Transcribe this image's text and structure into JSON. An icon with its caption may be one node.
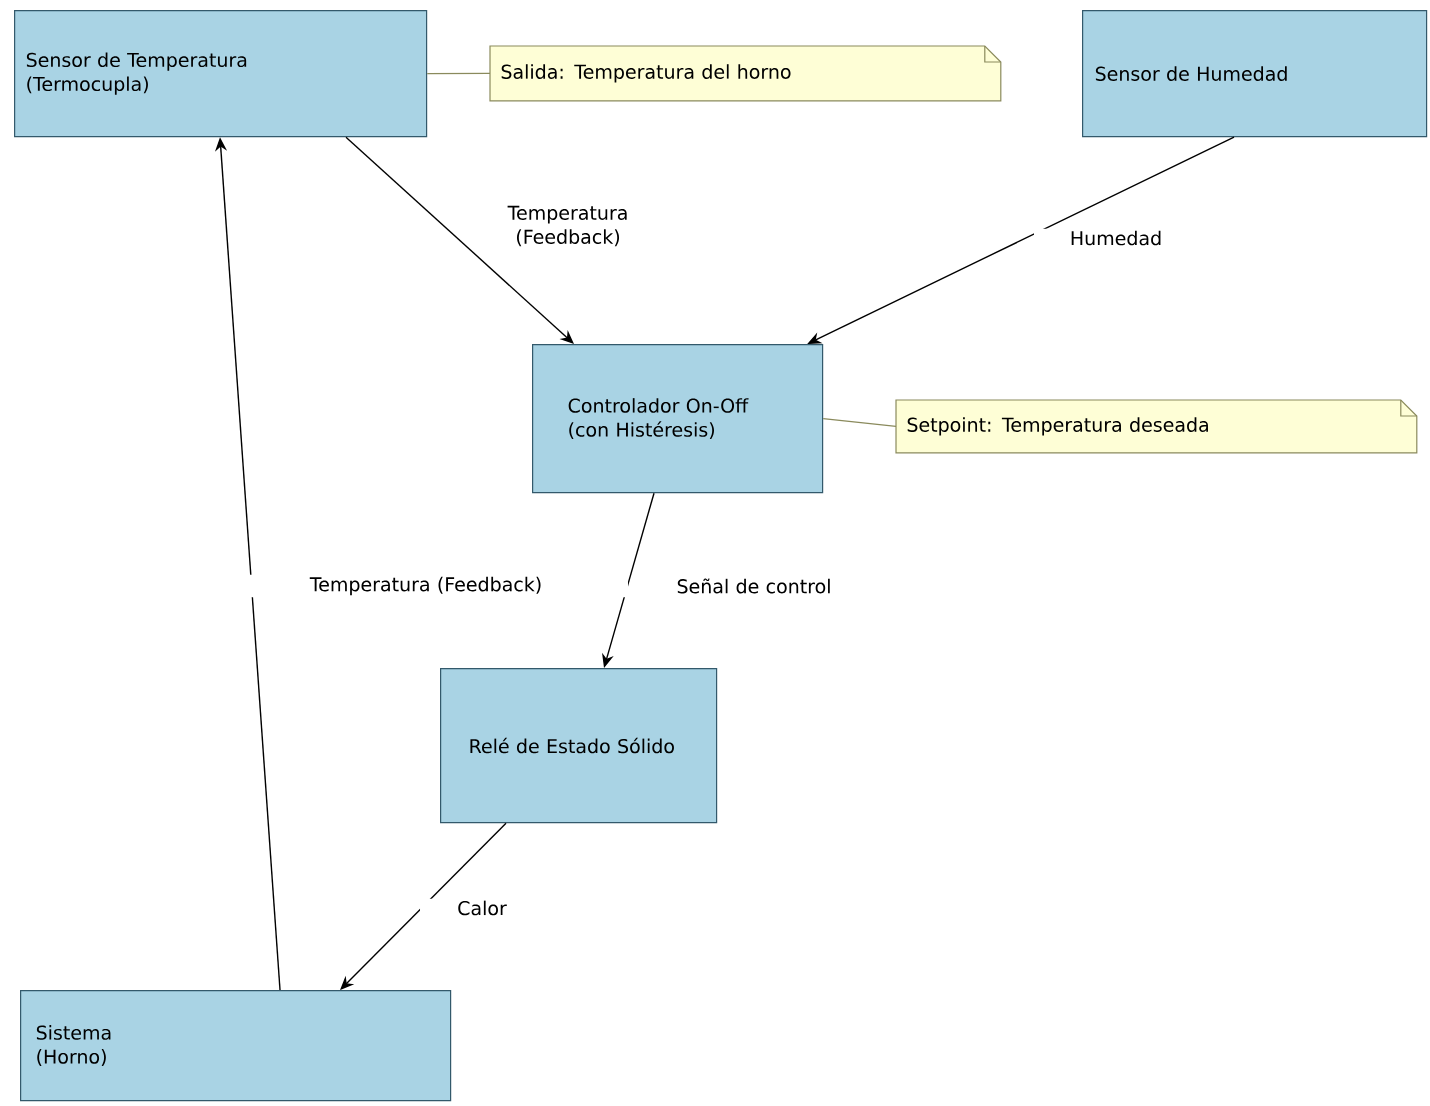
{
  "diagram": {
    "nodes": [
      {
        "text": [
          "Sensor de Temperatura",
          "(Termocupla)"
        ]
      },
      {
        "text": [
          "Salida: Temperatura del horno"
        ]
      },
      {
        "text": [
          "Sensor de Humedad"
        ]
      },
      {
        "text": [
          "Controlador On-Off",
          "(con Histéresis)"
        ]
      },
      {
        "text": [
          "Setpoint: Temperatura deseada"
        ]
      },
      {
        "text": [
          "Relé de Estado Sólido"
        ]
      },
      {
        "text": [
          "Sistema",
          "(Horno)"
        ]
      }
    ],
    "edges": [
      {
        "from": 1,
        "to": 0,
        "arrow": "none",
        "color": "#8a8a5c"
      },
      {
        "from": 0,
        "to": 3,
        "arrow": "to",
        "label": "Temperatura (Feedback)"
      },
      {
        "from": 2,
        "to": 3,
        "arrow": "to",
        "label": "Humedad"
      },
      {
        "from": 4,
        "to": 3,
        "arrow": "none",
        "color": "#8a8a5c"
      },
      {
        "from": 3,
        "to": 5,
        "arrow": "to",
        "label": "Señal de control"
      },
      {
        "from": 5,
        "to": 6,
        "arrow": "to",
        "label": "Calor"
      },
      {
        "from": 6,
        "to": 0,
        "arrow": "to",
        "label": "Temperatura (Feedback)"
      }
    ]
  }
}
